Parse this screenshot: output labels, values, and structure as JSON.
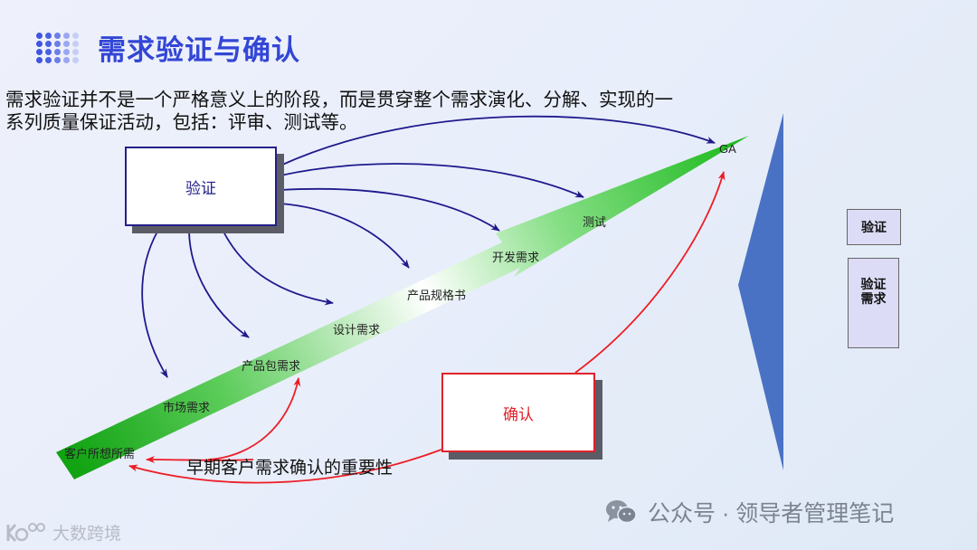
{
  "header": {
    "title": "需求验证与确认",
    "accent_color": "#3346d6"
  },
  "description": {
    "line1": "需求验证并不是一个严格意义上的阶段，而是贯穿整个需求演化、分解、实现的一",
    "line2": "系列质量保证活动，包括：评审、测试等。"
  },
  "diagram": {
    "verify_box": {
      "label": "验证",
      "color": "#24208a"
    },
    "confirm_box": {
      "label": "确认",
      "color": "#e0222c"
    },
    "stages": [
      {
        "label": "客户所想所需"
      },
      {
        "label": "市场需求"
      },
      {
        "label": "产品包需求"
      },
      {
        "label": "设计需求"
      },
      {
        "label": "产品规格书"
      },
      {
        "label": "开发需求"
      },
      {
        "label": "测试"
      },
      {
        "label": "GA"
      }
    ],
    "emphasis_text": "早期客户需求确认的重要性",
    "arrow_colors": {
      "verify": "#1f1a8c",
      "confirm": "#ee1c24",
      "pipeline": "#19b51a",
      "wedge": "#4a72c4"
    }
  },
  "side_panel": {
    "box1": "验证",
    "box2_line1": "验证",
    "box2_line2": "需求"
  },
  "watermarks": {
    "right_icon": "wechat-icon",
    "right_text": "公众号 · 领导者管理笔记",
    "left_logo": "k100-logo-icon",
    "left_text": "大数跨境"
  }
}
